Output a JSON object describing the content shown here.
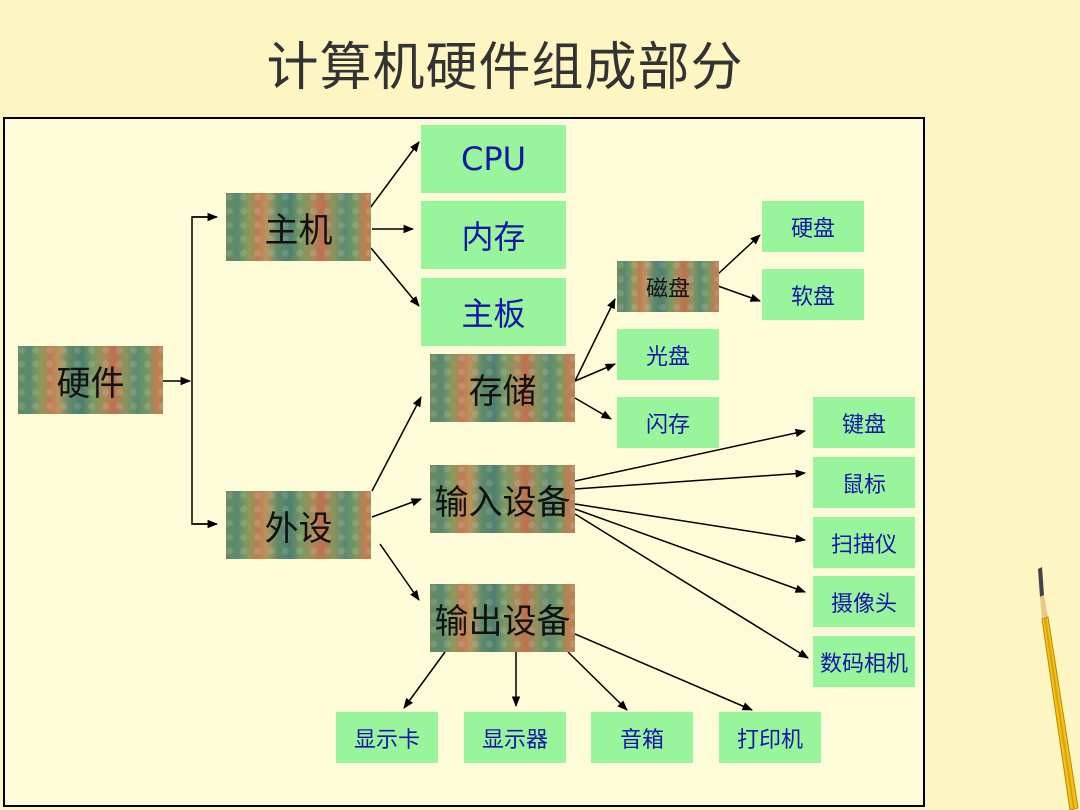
{
  "title": "计算机硬件组成部分",
  "nodes": {
    "hardware": "硬件",
    "host": "主机",
    "peripheral": "外设",
    "cpu": "CPU",
    "memory": "内存",
    "motherboard": "主板",
    "storage": "存储",
    "input": "输入设备",
    "output": "输出设备",
    "disk": "磁盘",
    "optical": "光盘",
    "flash": "闪存",
    "hdd": "硬盘",
    "floppy": "软盘",
    "keyboard": "键盘",
    "mouse": "鼠标",
    "scanner": "扫描仪",
    "camera": "摄像头",
    "digital_camera": "数码相机",
    "gpu": "显示卡",
    "monitor": "显示器",
    "speaker": "音箱",
    "printer": "打印机"
  },
  "colors": {
    "background": "#fdf6c3",
    "leaf_fill": "#99f59b",
    "leaf_text": "#1515a8",
    "arrow": "#000000"
  },
  "decor": {
    "pencil": "pencil-icon"
  }
}
